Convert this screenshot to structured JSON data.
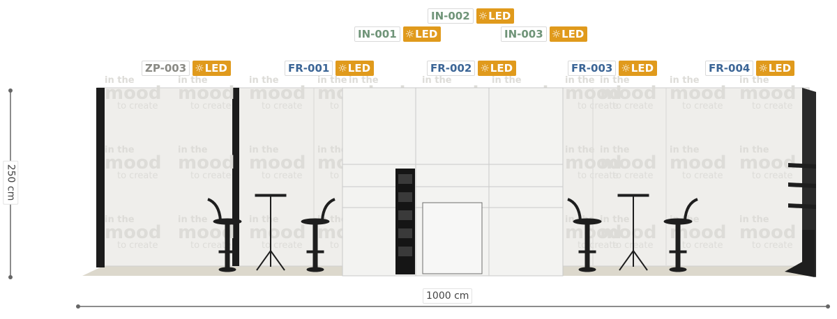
{
  "labels": [
    {
      "code": "IN-002",
      "led": "LED",
      "color": "#6f9478"
    },
    {
      "code": "IN-001",
      "led": "LED",
      "color": "#6f9478"
    },
    {
      "code": "IN-003",
      "led": "LED",
      "color": "#6f9478"
    },
    {
      "code": "ZP-003",
      "led": "LED",
      "color": "#8a8a84"
    },
    {
      "code": "FR-001",
      "led": "LED",
      "color": "#3b6596"
    },
    {
      "code": "FR-002",
      "led": "LED",
      "color": "#3b6596"
    },
    {
      "code": "FR-003",
      "led": "LED",
      "color": "#3b6596"
    },
    {
      "code": "FR-004",
      "led": "LED",
      "color": "#3b6596"
    }
  ],
  "dimensions": {
    "height": "250 cm",
    "width": "1000 cm"
  },
  "brand": {
    "line1": "in the",
    "line2": "mood",
    "line3": "to create"
  },
  "colors": {
    "led": "#e09a1c",
    "wall": "#f0efec",
    "floor": "#dcd8cc"
  }
}
